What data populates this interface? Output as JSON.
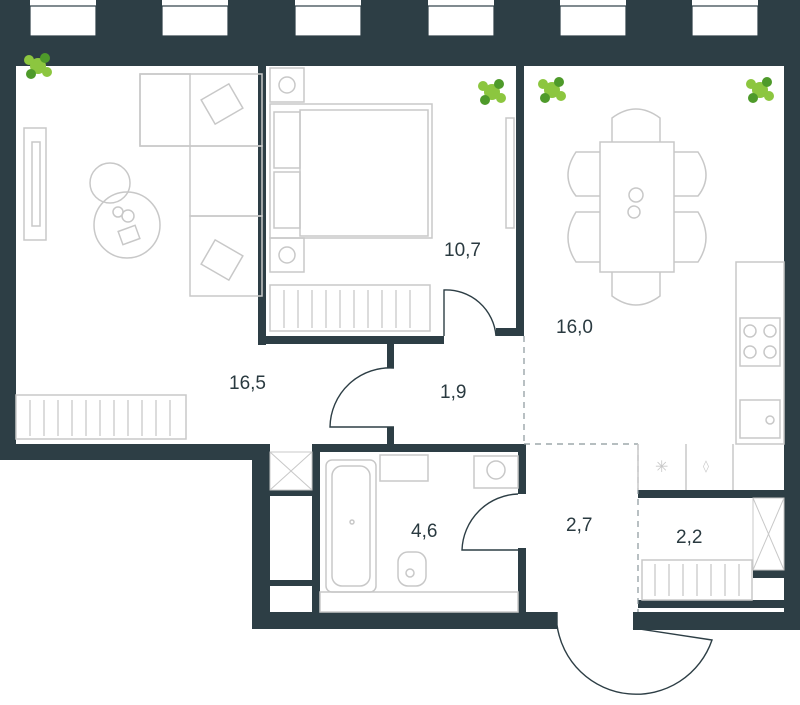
{
  "rooms": [
    {
      "id": "living",
      "area": "16,5"
    },
    {
      "id": "bedroom",
      "area": "10,7"
    },
    {
      "id": "kitchen",
      "area": "16,0"
    },
    {
      "id": "corridor",
      "area": "1,9"
    },
    {
      "id": "bathroom",
      "area": "4,6"
    },
    {
      "id": "hall",
      "area": "2,7"
    },
    {
      "id": "storage",
      "area": "2,2"
    }
  ],
  "colors": {
    "wall": "#2d3e45",
    "furniture": "#c8c8c8",
    "plant": "#8cc63f",
    "text": "#2a3a40"
  }
}
